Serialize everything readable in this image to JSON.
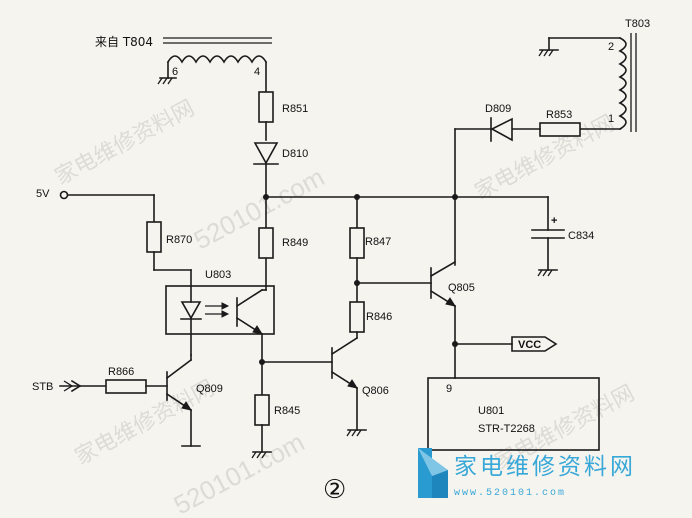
{
  "labels": {
    "from_t804": "来自 T804",
    "t803": "T803",
    "pin6": "6",
    "pin4": "4",
    "pin2": "2",
    "pin1": "1",
    "pin9": "9",
    "r851": "R851",
    "d810": "D810",
    "d809": "D809",
    "r853": "R853",
    "v5": "5V",
    "r870": "R870",
    "r849": "R849",
    "r847": "R847",
    "c834": "C834",
    "u803": "U803",
    "q805": "Q805",
    "r846": "R846",
    "vcc": "VCC",
    "stb": "STB",
    "r866": "R866",
    "q809": "Q809",
    "r845": "R845",
    "q806": "Q806",
    "u801": "U801",
    "u801_part": "STR-T2268",
    "figure_mark": "②"
  },
  "watermark": {
    "site_cn": "家电维修资料网",
    "site_num": "520101.com",
    "logo_cn": "家电维修资料网",
    "logo_url": "www.520101.com"
  },
  "colors": {
    "ink": "#1a1a1a",
    "logo": "#38a8d8",
    "paper": "#f6f4ef",
    "watermark": "#c9c7c2"
  }
}
